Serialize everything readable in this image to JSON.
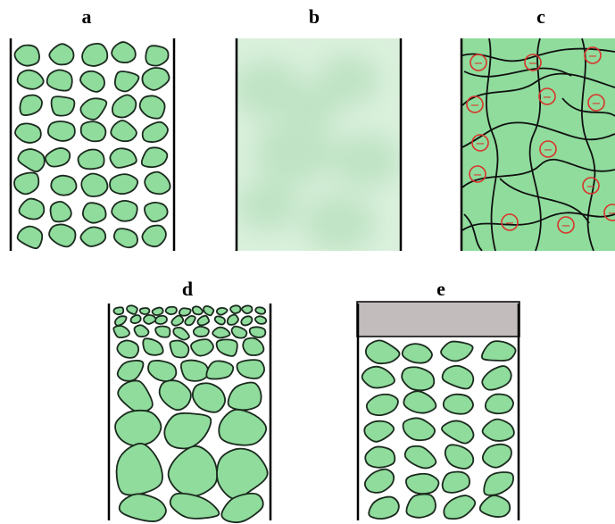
{
  "panels": [
    {
      "id": "a",
      "label": "a"
    },
    {
      "id": "b",
      "label": "b"
    },
    {
      "id": "c",
      "label": "c"
    },
    {
      "id": "d",
      "label": "d"
    },
    {
      "id": "e",
      "label": "e"
    }
  ],
  "charge_symbol": "−",
  "colors": {
    "particle_fill": "#8fdc9c",
    "particle_stroke": "#1b2a1e",
    "emulsion_fill": "#daf0dc",
    "emulsion_cloud": "#bfe3c4",
    "network_fill": "#8fdc9c",
    "charge_ring": "#d9342b",
    "cream_layer": "#c2bcbc",
    "wall": "#000000"
  }
}
